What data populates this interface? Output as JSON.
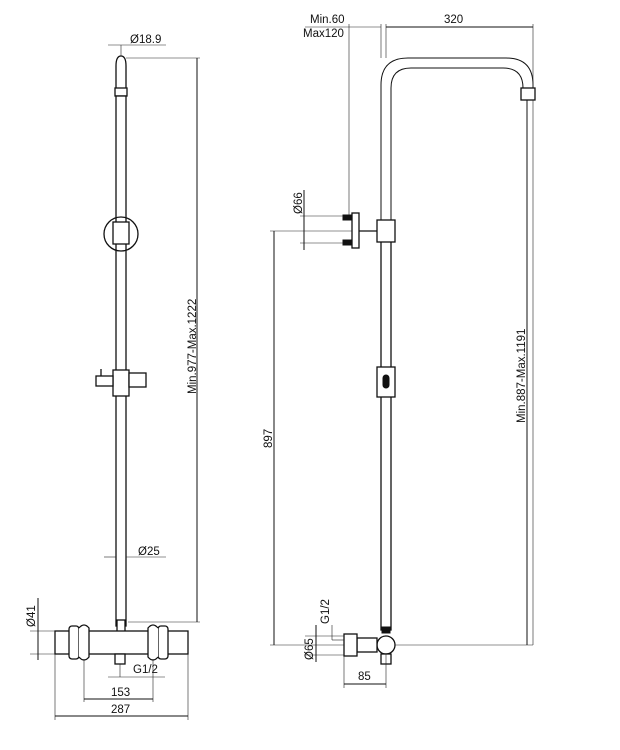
{
  "drawing": {
    "left_view": {
      "dims": {
        "diameter_top": "18.9",
        "height_range": "Min.977-Max.1222",
        "diameter_rail": "25",
        "diameter_body": "41",
        "thread": "G1/2",
        "center_distance": "153",
        "total_width": "287"
      }
    },
    "right_view": {
      "dims": {
        "arm_offset_min": "Min.60",
        "arm_offset_max": "Max120",
        "arm_length": "320",
        "diameter_flange": "66",
        "height_mount": "897",
        "height_range": "Min.887-Max.1191",
        "thread": "G1/2",
        "diameter_valve": "65",
        "projection": "85"
      }
    },
    "symbols": {
      "diameter": "Ø"
    }
  }
}
